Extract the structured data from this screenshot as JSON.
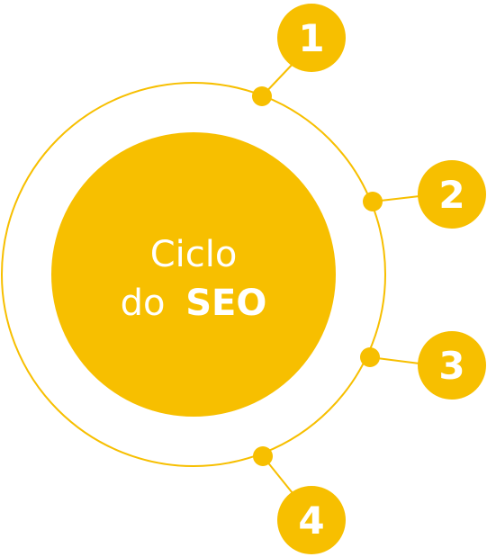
{
  "colors": {
    "accent": "#f7bf00",
    "background": "#ffffff",
    "text_on_accent": "#ffffff"
  },
  "center": {
    "line1": "Ciclo",
    "line2_prefix": "do",
    "line2_bold": "SEO"
  },
  "steps": [
    {
      "label": "1"
    },
    {
      "label": "2"
    },
    {
      "label": "3"
    },
    {
      "label": "4"
    }
  ]
}
